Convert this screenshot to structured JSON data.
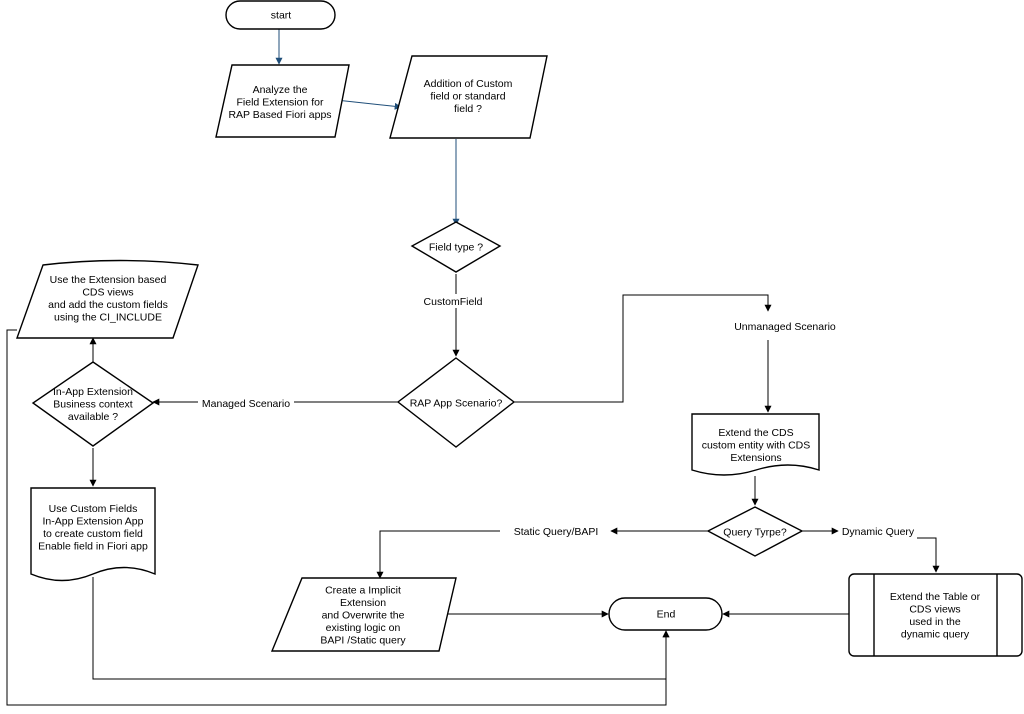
{
  "nodes": {
    "start": {
      "lines": [
        "start"
      ]
    },
    "analyze": {
      "lines": [
        "Analyze the",
        "Field Extension for",
        "RAP Based Fiori apps"
      ]
    },
    "addition": {
      "lines": [
        "Addition of Custom",
        "field or standard",
        "field ?"
      ]
    },
    "field_type": {
      "lines": [
        "Field type ?"
      ]
    },
    "rap_scenario": {
      "lines": [
        "RAP App Scenario?"
      ]
    },
    "inapp_ext": {
      "lines": [
        "In-App Extension",
        "Business context",
        "available ?"
      ]
    },
    "use_ext_views": {
      "lines": [
        "Use the Extension based",
        "CDS views",
        "and add the custom fields",
        "using the CI_INCLUDE"
      ]
    },
    "use_custom_fields": {
      "lines": [
        "Use Custom Fields",
        "In-App Extension App",
        "to create custom field",
        "Enable field in Fiori app"
      ]
    },
    "extend_cds": {
      "lines": [
        "Extend the CDS",
        "custom entity with CDS",
        "Extensions"
      ]
    },
    "query_type": {
      "lines": [
        "Query Tyrpe?"
      ]
    },
    "implicit_ext": {
      "lines": [
        "Create a Implicit",
        "Extension",
        "and Overwrite the",
        "existing logic on",
        "BAPI /Static query"
      ]
    },
    "end": {
      "lines": [
        "End"
      ]
    },
    "extend_table": {
      "lines": [
        "Extend the Table or",
        "CDS views",
        "used in the",
        "dynamic query"
      ]
    }
  },
  "edge_labels": {
    "custom_field": "CustomField",
    "unmanaged": "Unmanaged Scenario",
    "managed": "Managed Scenario",
    "static_query": "Static Query/BAPI",
    "dynamic_query": "Dynamic Query"
  },
  "colors": {
    "stroke": "#000000",
    "connector_top": "#1f4e79",
    "fill": "#ffffff"
  }
}
